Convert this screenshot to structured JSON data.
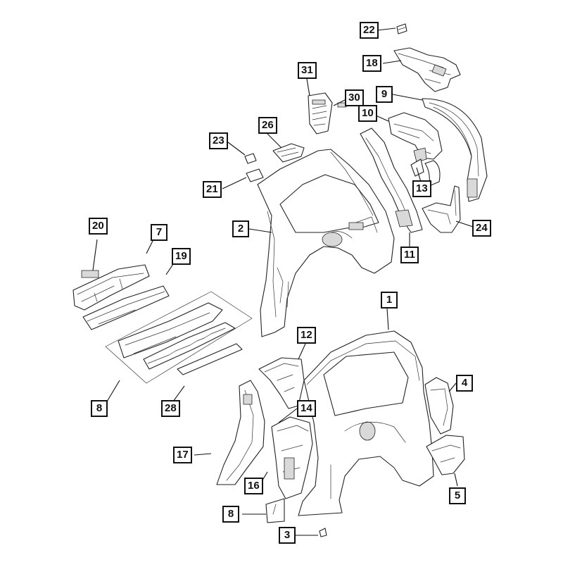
{
  "diagram": {
    "callouts": [
      {
        "id": "c22",
        "label": "22"
      },
      {
        "id": "c18",
        "label": "18"
      },
      {
        "id": "c31",
        "label": "31"
      },
      {
        "id": "c30",
        "label": "30"
      },
      {
        "id": "c9",
        "label": "9"
      },
      {
        "id": "c10",
        "label": "10"
      },
      {
        "id": "c26",
        "label": "26"
      },
      {
        "id": "c23",
        "label": "23"
      },
      {
        "id": "c21",
        "label": "21"
      },
      {
        "id": "c13",
        "label": "13"
      },
      {
        "id": "c2",
        "label": "2"
      },
      {
        "id": "c20",
        "label": "20"
      },
      {
        "id": "c7",
        "label": "7"
      },
      {
        "id": "c24",
        "label": "24"
      },
      {
        "id": "c19",
        "label": "19"
      },
      {
        "id": "c11",
        "label": "11"
      },
      {
        "id": "c1",
        "label": "1"
      },
      {
        "id": "c12",
        "label": "12"
      },
      {
        "id": "c4",
        "label": "4"
      },
      {
        "id": "c8a",
        "label": "8"
      },
      {
        "id": "c28",
        "label": "28"
      },
      {
        "id": "c14",
        "label": "14"
      },
      {
        "id": "c17",
        "label": "17"
      },
      {
        "id": "c16",
        "label": "16"
      },
      {
        "id": "c5",
        "label": "5"
      },
      {
        "id": "c8b",
        "label": "8"
      },
      {
        "id": "c3",
        "label": "3"
      }
    ]
  }
}
